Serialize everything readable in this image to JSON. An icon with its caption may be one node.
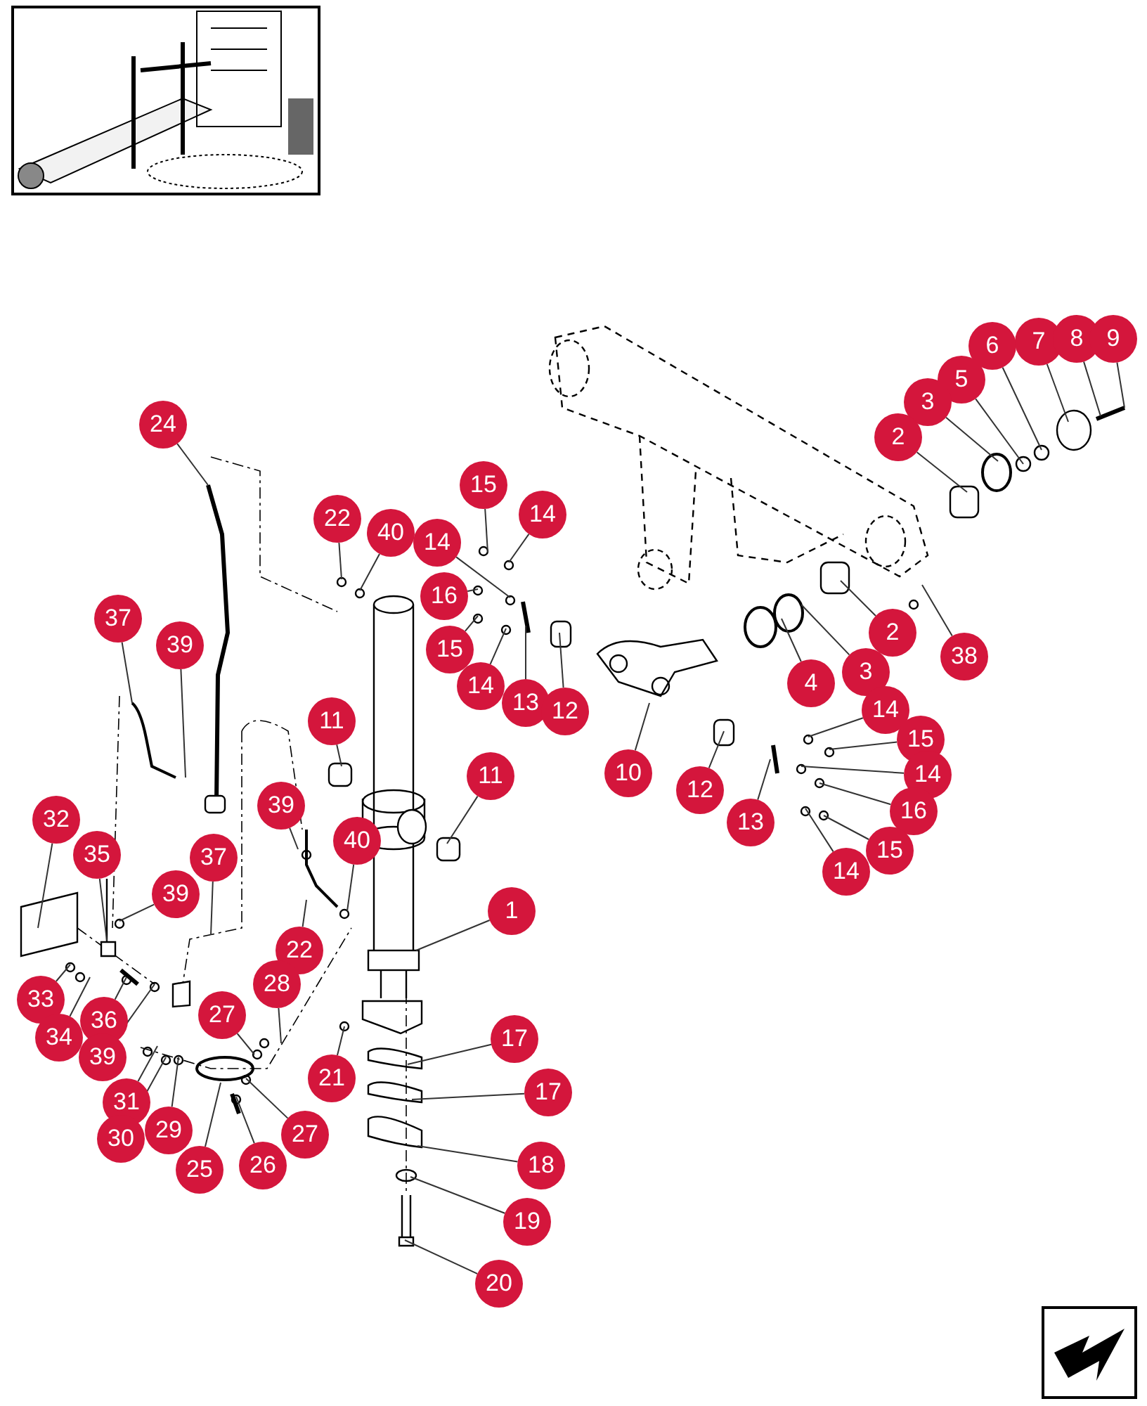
{
  "diagram": {
    "nodes": [
      {
        "text": [
          "6"
        ]
      },
      {
        "text": [
          "7"
        ]
      },
      {
        "text": [
          "8"
        ]
      },
      {
        "text": [
          "9"
        ]
      },
      {
        "text": [
          "5"
        ]
      },
      {
        "text": [
          "3"
        ]
      },
      {
        "text": [
          "24"
        ]
      },
      {
        "text": [
          "2"
        ]
      },
      {
        "text": [
          "15"
        ]
      },
      {
        "text": [
          "22"
        ]
      },
      {
        "text": [
          "14"
        ]
      },
      {
        "text": [
          "40"
        ]
      },
      {
        "text": [
          "14"
        ]
      },
      {
        "text": [
          "16"
        ]
      },
      {
        "text": [
          "37"
        ]
      },
      {
        "text": [
          "2"
        ]
      },
      {
        "text": [
          "39"
        ]
      },
      {
        "text": [
          "15"
        ]
      },
      {
        "text": [
          "38"
        ]
      },
      {
        "text": [
          "4"
        ]
      },
      {
        "text": [
          "3"
        ]
      },
      {
        "text": [
          "14"
        ]
      },
      {
        "text": [
          "13"
        ]
      },
      {
        "text": [
          "12"
        ]
      },
      {
        "text": [
          "14"
        ]
      },
      {
        "text": [
          "11"
        ]
      },
      {
        "text": [
          "15"
        ]
      },
      {
        "text": [
          "10"
        ]
      },
      {
        "text": [
          "11"
        ]
      },
      {
        "text": [
          "14"
        ]
      },
      {
        "text": [
          "12"
        ]
      },
      {
        "text": [
          "39"
        ]
      },
      {
        "text": [
          "16"
        ]
      },
      {
        "text": [
          "32"
        ]
      },
      {
        "text": [
          "13"
        ]
      },
      {
        "text": [
          "40"
        ]
      },
      {
        "text": [
          "15"
        ]
      },
      {
        "text": [
          "35"
        ]
      },
      {
        "text": [
          "37"
        ]
      },
      {
        "text": [
          "14"
        ]
      },
      {
        "text": [
          "39"
        ]
      },
      {
        "text": [
          "1"
        ]
      },
      {
        "text": [
          "22"
        ]
      },
      {
        "text": [
          "28"
        ]
      },
      {
        "text": [
          "33"
        ]
      },
      {
        "text": [
          "27"
        ]
      },
      {
        "text": [
          "36"
        ]
      },
      {
        "text": [
          "34"
        ]
      },
      {
        "text": [
          "17"
        ]
      },
      {
        "text": [
          "39"
        ]
      },
      {
        "text": [
          "21"
        ]
      },
      {
        "text": [
          "17"
        ]
      },
      {
        "text": [
          "31"
        ]
      },
      {
        "text": [
          "29"
        ]
      },
      {
        "text": [
          "27"
        ]
      },
      {
        "text": [
          "30"
        ]
      },
      {
        "text": [
          "26"
        ]
      },
      {
        "text": [
          "18"
        ]
      },
      {
        "text": [
          "25"
        ]
      },
      {
        "text": [
          "19"
        ]
      },
      {
        "text": [
          "20"
        ]
      }
    ],
    "edges": [
      {
        "from": 0,
        "to": null,
        "arrow": "none"
      },
      {
        "from": 1,
        "to": null,
        "arrow": "none"
      },
      {
        "from": 2,
        "to": null,
        "arrow": "none"
      },
      {
        "from": 3,
        "to": null,
        "arrow": "none"
      },
      {
        "from": 4,
        "to": null,
        "arrow": "none"
      },
      {
        "from": 5,
        "to": null,
        "arrow": "none"
      },
      {
        "from": 6,
        "to": null,
        "arrow": "none"
      },
      {
        "from": 7,
        "to": null,
        "arrow": "none"
      },
      {
        "from": 8,
        "to": null,
        "arrow": "none"
      },
      {
        "from": 9,
        "to": null,
        "arrow": "none"
      },
      {
        "from": 10,
        "to": null,
        "arrow": "none"
      },
      {
        "from": 11,
        "to": null,
        "arrow": "none"
      },
      {
        "from": 12,
        "to": null,
        "arrow": "none"
      },
      {
        "from": 13,
        "to": null,
        "arrow": "none"
      },
      {
        "from": 14,
        "to": null,
        "arrow": "none"
      },
      {
        "from": 15,
        "to": null,
        "arrow": "none"
      },
      {
        "from": 16,
        "to": null,
        "arrow": "none"
      },
      {
        "from": 17,
        "to": null,
        "arrow": "none"
      },
      {
        "from": 18,
        "to": null,
        "arrow": "none"
      },
      {
        "from": 19,
        "to": null,
        "arrow": "none"
      },
      {
        "from": 20,
        "to": null,
        "arrow": "none"
      },
      {
        "from": 21,
        "to": null,
        "arrow": "none"
      },
      {
        "from": 22,
        "to": null,
        "arrow": "none"
      },
      {
        "from": 23,
        "to": null,
        "arrow": "none"
      },
      {
        "from": 24,
        "to": null,
        "arrow": "none"
      },
      {
        "from": 25,
        "to": null,
        "arrow": "none"
      },
      {
        "from": 26,
        "to": null,
        "arrow": "none"
      },
      {
        "from": 27,
        "to": null,
        "arrow": "none"
      },
      {
        "from": 28,
        "to": null,
        "arrow": "none"
      },
      {
        "from": 29,
        "to": null,
        "arrow": "none"
      },
      {
        "from": 30,
        "to": null,
        "arrow": "none"
      },
      {
        "from": 31,
        "to": null,
        "arrow": "none"
      },
      {
        "from": 32,
        "to": null,
        "arrow": "none"
      },
      {
        "from": 33,
        "to": null,
        "arrow": "none"
      },
      {
        "from": 34,
        "to": null,
        "arrow": "none"
      },
      {
        "from": 35,
        "to": null,
        "arrow": "none"
      },
      {
        "from": 36,
        "to": null,
        "arrow": "none"
      },
      {
        "from": 37,
        "to": null,
        "arrow": "none"
      },
      {
        "from": 38,
        "to": null,
        "arrow": "none"
      },
      {
        "from": 39,
        "to": null,
        "arrow": "none"
      },
      {
        "from": 40,
        "to": null,
        "arrow": "none"
      },
      {
        "from": 41,
        "to": null,
        "arrow": "none"
      },
      {
        "from": 42,
        "to": null,
        "arrow": "none"
      },
      {
        "from": 43,
        "to": null,
        "arrow": "none"
      },
      {
        "from": 44,
        "to": null,
        "arrow": "none"
      },
      {
        "from": 45,
        "to": null,
        "arrow": "none"
      },
      {
        "from": 46,
        "to": null,
        "arrow": "none"
      },
      {
        "from": 47,
        "to": null,
        "arrow": "none"
      },
      {
        "from": 48,
        "to": null,
        "arrow": "none"
      },
      {
        "from": 49,
        "to": null,
        "arrow": "none"
      },
      {
        "from": 50,
        "to": null,
        "arrow": "none"
      },
      {
        "from": 51,
        "to": null,
        "arrow": "none"
      },
      {
        "from": 52,
        "to": null,
        "arrow": "none"
      },
      {
        "from": 53,
        "to": null,
        "arrow": "none"
      },
      {
        "from": 54,
        "to": null,
        "arrow": "none"
      },
      {
        "from": 55,
        "to": null,
        "arrow": "none"
      },
      {
        "from": 56,
        "to": null,
        "arrow": "none"
      },
      {
        "from": 57,
        "to": null,
        "arrow": "none"
      },
      {
        "from": 58,
        "to": null,
        "arrow": "none"
      },
      {
        "from": 59,
        "to": null,
        "arrow": "none"
      },
      {
        "from": 60,
        "to": null,
        "arrow": "none"
      }
    ]
  }
}
